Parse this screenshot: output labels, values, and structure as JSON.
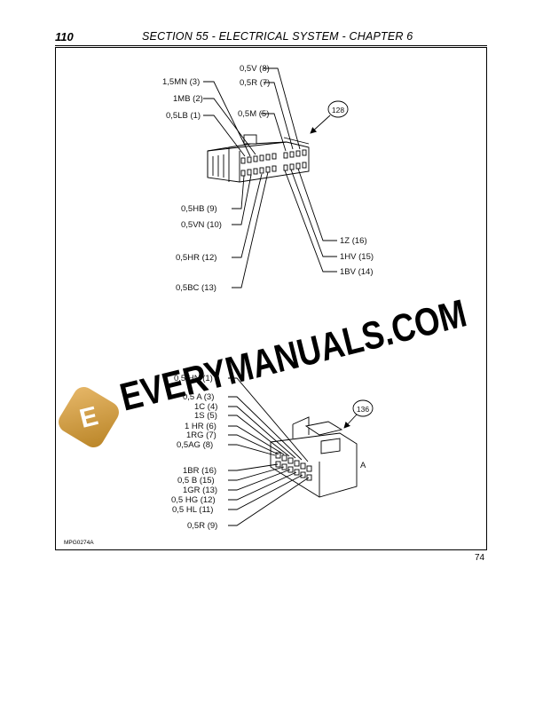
{
  "header": {
    "page_number": "110",
    "section_title": "SECTION 55 - ELECTRICAL SYSTEM - CHAPTER 6"
  },
  "connector_128": {
    "callout": "128",
    "top_labels": [
      "0,5V (8)",
      "0,5R (7)",
      "1,5MN (3)",
      "1MB (2)",
      "0,5LB (1)",
      "0,5M (5)"
    ],
    "left_labels": [
      "0,5HB (9)",
      "0,5VN (10)",
      "0,5HR (12)",
      "0,5BC (13)"
    ],
    "right_labels": [
      "1Z (16)",
      "1HV (15)",
      "1BV (14)"
    ]
  },
  "connector_136": {
    "callout": "136",
    "side_label": "A",
    "left_labels": [
      "0,5 HN (1)",
      "0,5 A (3)",
      "1C (4)",
      "1S (5)",
      "1 HR (6)",
      "1RG (7)",
      "0,5AG (8)",
      "1BR (16)",
      "0,5 B (15)",
      "1GR (13)",
      "0,5 HG (12)",
      "0,5 HL (11)",
      "0,5R (9)"
    ]
  },
  "watermark": {
    "text": "EVERYMANUALS.COM",
    "logo_letter": "E"
  },
  "figure_ref": "MPG0274A",
  "footer_page": "74"
}
